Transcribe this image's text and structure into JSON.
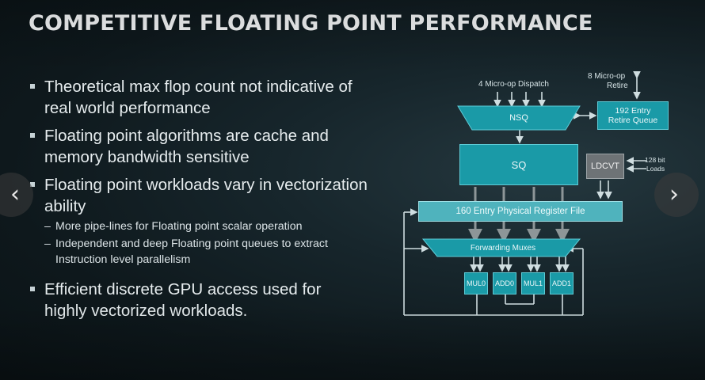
{
  "slide": {
    "title": "COMPETITIVE FLOATING POINT PERFORMANCE",
    "bullets": [
      "Theoretical max flop count not indicative of real world performance",
      "Floating point algorithms are cache and memory bandwidth sensitive",
      "Floating point workloads vary in vectorization ability",
      "Efficient discrete GPU access used for highly vectorized workloads."
    ],
    "subbullets": [
      "More pipe-lines for Floating point scalar operation",
      "Independent and deep Floating point queues to extract Instruction level parallelism"
    ]
  },
  "diagram": {
    "dispatch_label": "4 Micro-op Dispatch",
    "retire_label_1": "8 Micro-op",
    "retire_label_2": "Retire",
    "nsq": "NSQ",
    "retire_queue_1": "192 Entry",
    "retire_queue_2": "Retire Queue",
    "sq": "SQ",
    "ldcvt": "LDCVT",
    "loads_label_1": "128 bit",
    "loads_label_2": "Loads",
    "register_file": "160 Entry Physical Register File",
    "forwarding_muxes": "Forwarding Muxes",
    "units": [
      "MUL0",
      "ADD0",
      "MUL1",
      "ADD1"
    ]
  },
  "nav": {
    "prev_icon": "‹",
    "next_icon": "›"
  }
}
